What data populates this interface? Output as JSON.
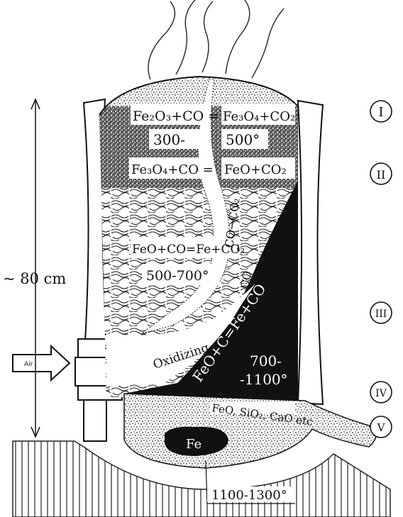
{
  "height_label": "~ 80 cm",
  "air_label": "Air",
  "zones": [
    "I",
    "II",
    "III",
    "IV",
    "V"
  ],
  "reactions": {
    "r1_left": "Fe₂O₃+CO =",
    "r1_right": "Fe₃O₄+CO₂",
    "r1_temp_a": "300-",
    "r1_temp_b": "500°",
    "r2_left": "Fe₃O₄+CO =",
    "r2_right": "FeO+CO₂",
    "r3": "FeO+CO=Fe+CO₂",
    "r3_temp": "500-700°",
    "gas_flow": "CO→CO₂",
    "gas_co": "CO",
    "oxidizing": "Oxidizing",
    "r4": "FeO+C=Fe+CO",
    "r4_temp_a": "700-",
    "r4_temp_b": "-1100°",
    "slag": "FeO, SiO₂, CaO etc",
    "iron": "Fe",
    "iron_temp": "1100-1300°"
  }
}
